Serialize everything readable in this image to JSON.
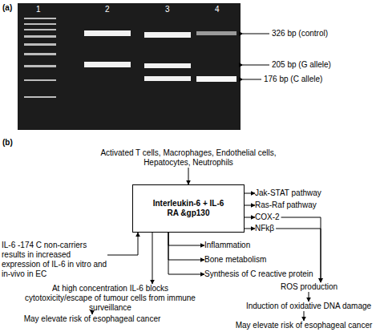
{
  "diagram": {
    "nodes": [
      {
        "text": [
          "Activated T cells, Macrophages, Endothelial cells, Hepatocytes, Neutrophils"
        ]
      },
      {
        "text": [
          "Interleukin-6 + IL-6 RA &gp130"
        ]
      },
      {
        "text": [
          "Jak-STAT pathway"
        ]
      },
      {
        "text": [
          "Ras-Raf pathway"
        ]
      },
      {
        "text": [
          "COX-2"
        ]
      },
      {
        "text": [
          "NFkβ"
        ]
      },
      {
        "text": [
          "IL-6 -174 C non-carriers results in increased expression of IL-6 in vitro and in-vivo in EC"
        ]
      },
      {
        "text": [
          "Inflammation"
        ]
      },
      {
        "text": [
          "Bone metabolism"
        ]
      },
      {
        "text": [
          "Synthesis of C reactive protein"
        ]
      },
      {
        "text": [
          "At high concentration IL-6 blocks cytotoxicity/escape of tumour cells from immune surveillance"
        ]
      },
      {
        "text": [
          "ROS production"
        ]
      },
      {
        "text": [
          "May elevate risk of esophageal cancer"
        ]
      },
      {
        "text": [
          "Induction of oxidative DNA damage"
        ]
      },
      {
        "text": [
          "May elevate risk of esophageal cancer"
        ]
      }
    ],
    "edges": [
      {
        "from": 0,
        "to": 1,
        "arrow": "to"
      },
      {
        "from": 6,
        "to": 1,
        "arrow": "to"
      },
      {
        "from": 1,
        "to": 2,
        "arrow": "to"
      },
      {
        "from": 1,
        "to": 3,
        "arrow": "to"
      },
      {
        "from": 1,
        "to": 4,
        "arrow": "to"
      },
      {
        "from": 1,
        "to": 5,
        "arrow": "to"
      },
      {
        "from": 1,
        "to": 7,
        "arrow": "to"
      },
      {
        "from": 1,
        "to": 8,
        "arrow": "to"
      },
      {
        "from": 1,
        "to": 9,
        "arrow": "to"
      },
      {
        "from": 1,
        "to": 10,
        "arrow": "to"
      },
      {
        "from": 10,
        "to": 12,
        "arrow": "to"
      },
      {
        "from": 4,
        "to": 11,
        "arrow": "to"
      },
      {
        "from": 5,
        "to": 11,
        "arrow": "to"
      },
      {
        "from": 11,
        "to": 13,
        "arrow": "to"
      },
      {
        "from": 13,
        "to": 14,
        "arrow": "to"
      }
    ],
    "labels": [
      "(a)",
      "1",
      "2",
      "3",
      "4",
      "326 bp (control)",
      "205 bp (G allele)",
      "176 bp (C allele)",
      "(b)"
    ]
  }
}
